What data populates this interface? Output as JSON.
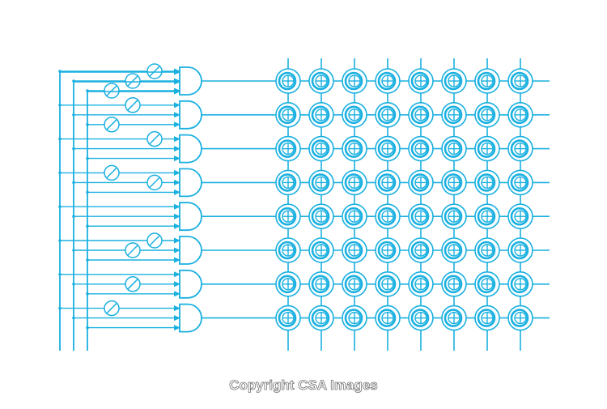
{
  "diagram": {
    "kind": "decoder-driven memory matrix schematic",
    "stroke_color": "#1ab0e0",
    "background_color": "#ffffff",
    "input_line_count": 3,
    "decoder_gate_count": 8,
    "gate_symbol": "and-gate",
    "inverter_symbol": "circle-with-slash",
    "matrix": {
      "rows": 8,
      "columns": 8,
      "cell_symbol": "double-ring-crosshair"
    }
  },
  "watermark": {
    "text": "Copyright CSA Images",
    "color": "#555555"
  }
}
